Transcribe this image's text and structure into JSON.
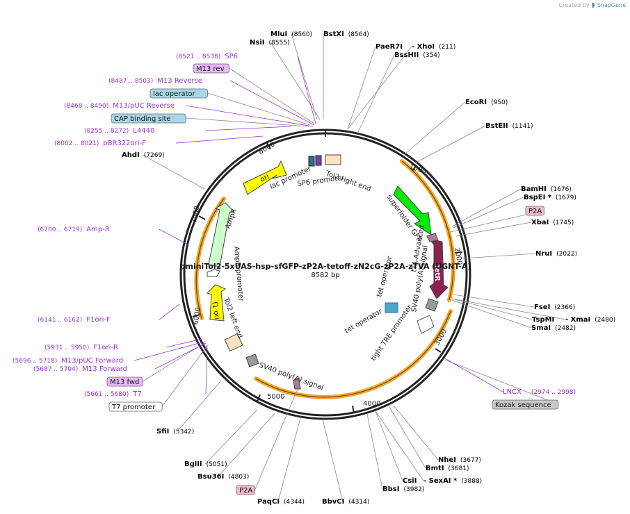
{
  "credit": {
    "prefix": "Created by",
    "brand": "SnapGene"
  },
  "plasmid": {
    "name": "pminiTol2-5xUAS-hsp-sfGFP-zP2A-tetoff-zN2cG-zP2A-zTVA (UGNT-A)",
    "length": "8582 bp"
  },
  "ticks": [
    "1000",
    "2000",
    "3000",
    "4000",
    "5000",
    "6000",
    "7000",
    "8000"
  ],
  "enzymes": [
    {
      "name": "MluI",
      "pos": "(8560)"
    },
    {
      "name": "NsiI",
      "pos": "(8555)"
    },
    {
      "name": "BstXI",
      "pos": "(8564)"
    },
    {
      "name": "PaeR7I",
      "pos": ""
    },
    {
      "name": "- XhoI",
      "pos": "(211)"
    },
    {
      "name": "BssHII",
      "pos": "(354)"
    },
    {
      "name": "EcoRI",
      "pos": "(950)"
    },
    {
      "name": "BstEII",
      "pos": "(1141)"
    },
    {
      "name": "BamHI",
      "pos": "(1676)"
    },
    {
      "name": "BspEI *",
      "pos": "(1679)"
    },
    {
      "name": "XbaI",
      "pos": "(1745)"
    },
    {
      "name": "NruI",
      "pos": "(2022)"
    },
    {
      "name": "FseI",
      "pos": "(2366)"
    },
    {
      "name": "TspMI",
      "pos": ""
    },
    {
      "name": "- XmaI",
      "pos": "(2480)"
    },
    {
      "name": "SmaI",
      "pos": "(2482)"
    },
    {
      "name": "NheI",
      "pos": "(3677)"
    },
    {
      "name": "BmtI",
      "pos": "(3681)"
    },
    {
      "name": "CsiI",
      "pos": ""
    },
    {
      "name": "- SexAI *",
      "pos": "(3888)"
    },
    {
      "name": "BbsI",
      "pos": "(3982)"
    },
    {
      "name": "BbvCI",
      "pos": "(4314)"
    },
    {
      "name": "PaqCI",
      "pos": "(4344)"
    },
    {
      "name": "Bsu36I",
      "pos": "(4803)"
    },
    {
      "name": "BglII",
      "pos": "(5051)"
    },
    {
      "name": "SfiI",
      "pos": "(5342)"
    },
    {
      "name": "AhdI",
      "pos": "(7269)"
    }
  ],
  "primers": [
    {
      "range": "(8521 .. 8538)",
      "name": "SP6"
    },
    {
      "range": "(8487 .. 8503)",
      "name": "M13 Reverse"
    },
    {
      "range": "(8468 .. 8490)",
      "name": "M13/pUC Reverse"
    },
    {
      "range": "(8255 .. 8272)",
      "name": "L4440"
    },
    {
      "range": "(8002 .. 8021)",
      "name": "pBR322ori-F"
    },
    {
      "range": "(6700 .. 6719)",
      "name": "Amp-R"
    },
    {
      "range": "(6141 .. 6162)",
      "name": "F1ori-F"
    },
    {
      "range": "(5931 .. 5950)",
      "name": "F1ori-R"
    },
    {
      "range": "(5696 .. 5718)",
      "name": "M13/pUC Forward"
    },
    {
      "range": "(5687 .. 5704)",
      "name": "M13 Forward"
    },
    {
      "range": "(5661 .. 5680)",
      "name": "T7"
    },
    {
      "range": "(2974 .. 2998)",
      "name": "LNCX"
    }
  ],
  "boxed_features": [
    {
      "name": "M13 rev"
    },
    {
      "name": "lac operator"
    },
    {
      "name": "CAP binding site"
    },
    {
      "name": "P2A"
    },
    {
      "name": "M13 fwd"
    },
    {
      "name": "T7 promoter"
    },
    {
      "name": "Kozak sequence"
    },
    {
      "name": "P2A"
    }
  ],
  "inner_features": [
    "ori",
    "lac promoter",
    "Tol2 right end",
    "SP6 promoter",
    "superfolder GFP",
    "tTA-Advanced",
    "TetR",
    "SV40 poly(A) signal",
    "tet operator",
    "tet operator",
    "tight TRE promoter",
    "SV40 poly(A) signal",
    "Tol2 left end",
    "f1 ori",
    "AmpR promoter",
    "AmpR"
  ],
  "colors": {
    "ori": "#ffff00",
    "gfp": "#00ee00",
    "teta": "#8b2252",
    "ampr": "#ccffcc",
    "orange": "#f5a623",
    "primer": "#9b30d9",
    "lac_operator_box": "#a8d8e8",
    "kozak_box": "#c8c8c8",
    "p2a_box": "#f0b8d0",
    "m13_box": "#e8b8f8"
  }
}
